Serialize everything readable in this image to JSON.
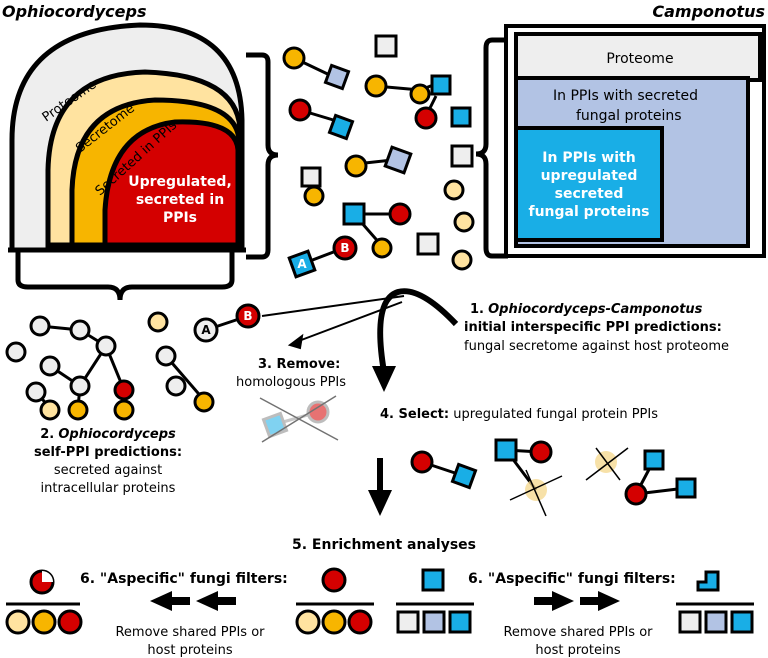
{
  "species": {
    "fungus": "Ophiocordyceps",
    "host": "Camponotus"
  },
  "fungal_layers": [
    "Proteome",
    "Secretome",
    "Secreted in PPIs",
    "Upregulated,",
    "secreted in",
    "PPIs"
  ],
  "host_layers": {
    "proteome": "Proteome",
    "in_ppis_line1": "In PPIs with secreted",
    "in_ppis_line2": "fungal proteins",
    "upreg_lines": [
      "In PPIs with",
      "upregulated",
      "secreted",
      "fungal proteins"
    ]
  },
  "step1": {
    "number": "1.",
    "title": "Ophiocordyceps-Camponotus",
    "line2": "initial interspecific PPI predictions:",
    "line3": "fungal secretome against host proteome"
  },
  "step2": {
    "number": "2.",
    "title": "Ophiocordyceps",
    "line2": "self-PPI predictions:",
    "line3": "secreted against",
    "line4": "intracellular proteins"
  },
  "step3": {
    "title": "3. Remove:",
    "desc": "homologous PPIs"
  },
  "step4": {
    "title": "4. Select:",
    "desc": "upregulated fungal protein PPIs"
  },
  "step5": {
    "title": "5. Enrichment analyses"
  },
  "step6_left": {
    "title": "6. \"Aspecific\" fungi filters:",
    "desc1": "Remove shared PPIs or",
    "desc2": "host proteins"
  },
  "step6_right": {
    "title": "6. \"Aspecific\" fungi filters:",
    "desc1": "Remove shared PPIs or",
    "desc2": "host proteins"
  },
  "node_labels": {
    "a": "A",
    "b": "B"
  },
  "colors": {
    "red": "#d40000",
    "orange": "#f7b500",
    "cream": "#ffe3a0",
    "lightgray": "#eeeeee",
    "blue": "#19aee6",
    "lavender": "#b2c3e4",
    "halo": "#f4d78b"
  }
}
